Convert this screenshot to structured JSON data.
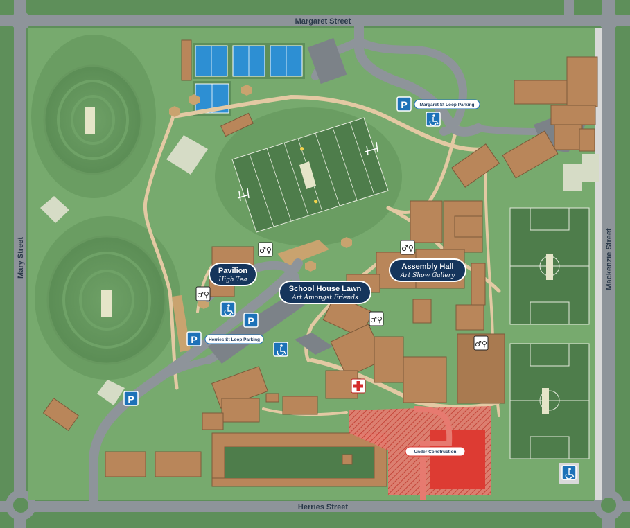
{
  "streets": {
    "north": "Margaret Street",
    "south": "Herries Street",
    "west": "Mary Street",
    "east": "Mackenzie Street"
  },
  "buildings": {
    "pavilion": {
      "name": "Pavilion",
      "subtitle": "High Tea"
    },
    "school_house_lawn": {
      "name": "School House Lawn",
      "subtitle": "Art Amongst Friends"
    },
    "assembly_hall": {
      "name": "Assembly Hall",
      "subtitle": "Art Show Gallery"
    }
  },
  "parking_labels": {
    "margaret": "Margaret St Loop Parking",
    "herries": "Herries St Loop Parking"
  },
  "construction_label": "Under Construction",
  "icons": {
    "parking": "P",
    "toilets": "toilets-icon",
    "accessible": "accessible-icon",
    "first_aid": "first-aid-icon"
  },
  "colors": {
    "grass": "#77aa6e",
    "field": "#4e7d4b",
    "building": "#b9865a",
    "road": "#8e949a",
    "parking_blue": "#1d72b8",
    "label_navy": "#15355c",
    "construction": "#e0433c"
  }
}
